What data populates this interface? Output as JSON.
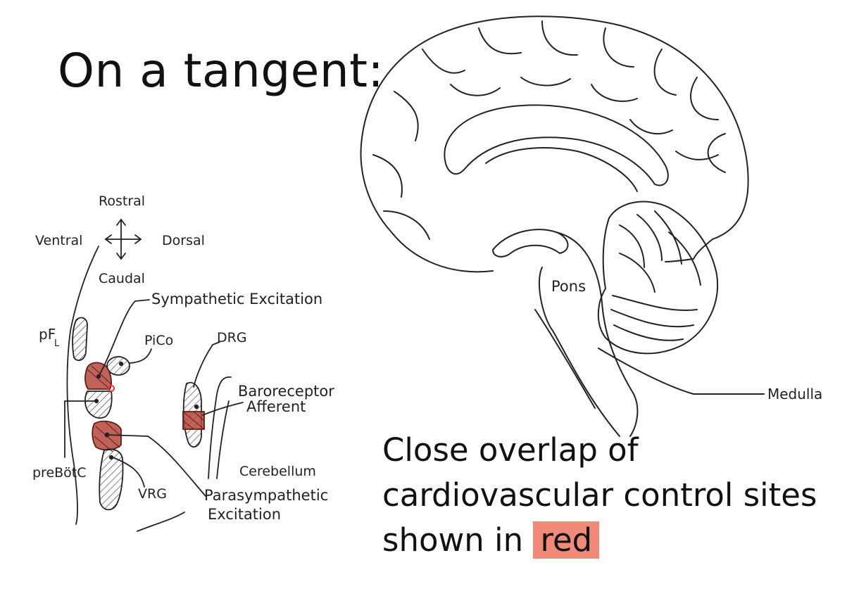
{
  "title": "On a tangent:",
  "caption": {
    "line1": "Close overlap of",
    "line2": "cardiovascular control sites",
    "line3_prefix": "shown in",
    "line3_highlight": "red"
  },
  "brainstem_labels": {
    "rostral": "Rostral",
    "ventral": "Ventral",
    "dorsal": "Dorsal",
    "caudal": "Caudal",
    "sympathetic_excitation": "Sympathetic Excitation",
    "pfl": "pF",
    "pfl_subscript": "L",
    "pico": "PiCo",
    "drg": "DRG",
    "baroreceptor": "Baroreceptor",
    "afferent": "Afferent",
    "prebotc": "preBötC",
    "vrg": "VRG",
    "cerebellum": "Cerebellum",
    "parasympathetic": "Parasympathetic",
    "excitation": "Excitation"
  },
  "brain_labels": {
    "pons": "Pons",
    "medulla": "Medulla"
  },
  "colors": {
    "highlight_red": "#f28a7a",
    "site_red": "#b5473c",
    "ink": "#222222"
  }
}
